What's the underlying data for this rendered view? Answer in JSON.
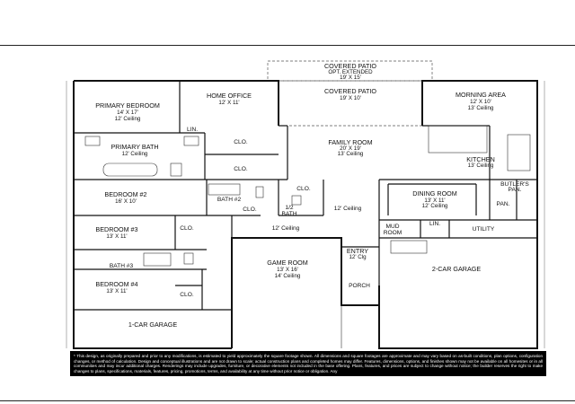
{
  "plan": {
    "rooms": [
      {
        "id": "covered_patio_ext",
        "name": "COVERED PATIO",
        "sub1": "OPT. EXTENDED",
        "sub2": "19' X 15'"
      },
      {
        "id": "covered_patio",
        "name": "COVERED PATIO",
        "sub1": "19' X 10'"
      },
      {
        "id": "primary_bedroom",
        "name": "PRIMARY BEDROOM",
        "sub1": "14' X 17'",
        "sub2": "12' Ceiling"
      },
      {
        "id": "home_office",
        "name": "HOME OFFICE",
        "sub1": "12' X 11'"
      },
      {
        "id": "morning_area",
        "name": "MORNING AREA",
        "sub1": "12' X 10'",
        "sub2": "13' Ceiling"
      },
      {
        "id": "primary_bath",
        "name": "PRIMARY BATH",
        "sub1": "12' Ceiling"
      },
      {
        "id": "family_room",
        "name": "FAMILY ROOM",
        "sub1": "20' X 19'",
        "sub2": "13' Ceiling"
      },
      {
        "id": "kitchen",
        "name": "KITCHEN",
        "sub1": "13' Ceiling"
      },
      {
        "id": "bedroom2",
        "name": "BEDROOM #2",
        "sub1": "16' X 10'"
      },
      {
        "id": "dining_room",
        "name": "DINING ROOM",
        "sub1": "13' X 11'",
        "sub2": "12' Ceiling"
      },
      {
        "id": "bedroom3",
        "name": "BEDROOM #3",
        "sub1": "13' X 11'"
      },
      {
        "id": "bedroom4",
        "name": "BEDROOM #4",
        "sub1": "13' X 11'"
      },
      {
        "id": "game_room",
        "name": "GAME ROOM",
        "sub1": "13' X 16'",
        "sub2": "14' Ceiling"
      },
      {
        "id": "entry",
        "name": "ENTRY",
        "sub1": "12' Clg"
      },
      {
        "id": "garage2",
        "name": "2-CAR GARAGE"
      },
      {
        "id": "garage1",
        "name": "1-CAR GARAGE"
      }
    ],
    "labels": {
      "lin1": "LIN.",
      "clo1": "CLO.",
      "clo2": "CLO.",
      "bath2": "BATH #2",
      "clo3": "CLO.",
      "clo4": "CLO.",
      "half_bath_a": "1/2",
      "half_bath_b": "BATH",
      "ceiling_hall": "12' Ceiling",
      "clo5": "CLO.",
      "bath3": "BATH #3",
      "clo6": "CLO.",
      "ceiling_game": "12' Ceiling",
      "porch": "PORCH",
      "mud_a": "MUD",
      "mud_b": "ROOM",
      "lin2": "LIN.",
      "utility": "UTILITY",
      "butlers_a": "BUTLER'S",
      "butlers_b": "PAN.",
      "pan": "PAN."
    }
  },
  "disclaimer": "* This design, as originally prepared and prior to any modifications, is estimated to yield approximately the square footage shown. All dimensions and square footages are approximate and may vary based on as-built conditions, plan options, configuration changes, or method of calculation. Design and conceptual illustrations and are not drawn to scale; actual construction plans and completed homes may differ. Features, dimensions, options, and finishes shown may not be available on all homesites or in all communities and may incur additional charges. Renderings may include upgrades, furniture, or decorative elements not included in the base offering. Plans, features, and prices are subject to change without notice; the builder reserves the right to make changes to plans, specifications, materials, features, pricing, promotions, terms, and availability at any time without prior notice or obligation. Any"
}
